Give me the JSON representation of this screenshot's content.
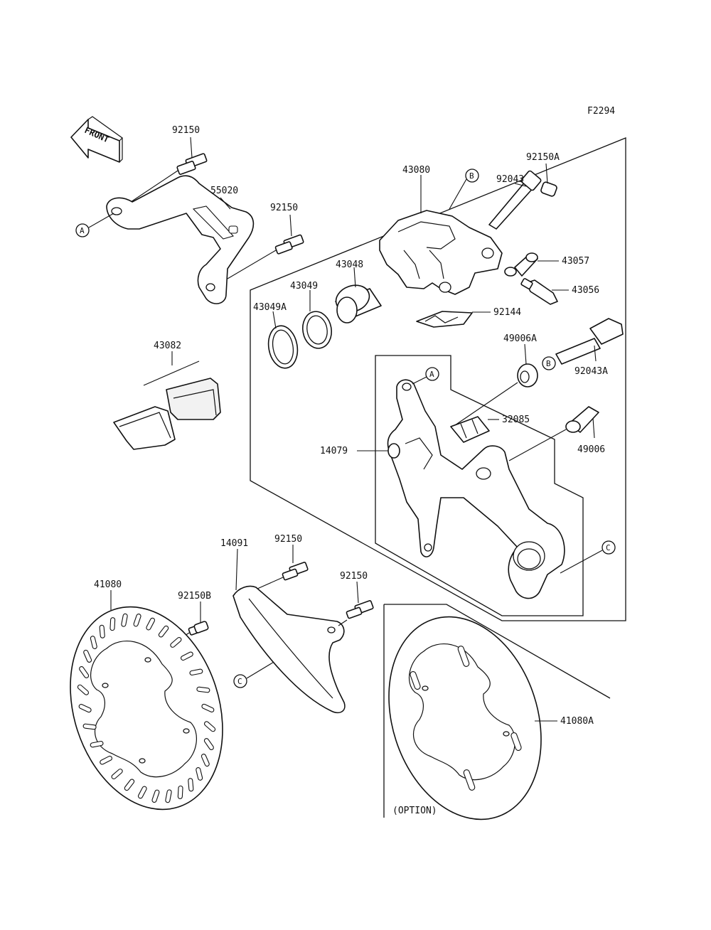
{
  "figure_code": "F2294",
  "front_label": "FRONT",
  "parts": {
    "p92150_top": "92150",
    "p55020": "55020",
    "p92150_mid": "92150",
    "p43080": "43080",
    "p92043": "92043",
    "p92150A": "92150A",
    "p43057": "43057",
    "p43056": "43056",
    "p43048": "43048",
    "p43049": "43049",
    "p43049A": "43049A",
    "p92144": "92144",
    "p43082": "43082",
    "p49006A": "49006A",
    "p92043A": "92043A",
    "p32085": "32085",
    "p14079": "14079",
    "p49006": "49006",
    "p14091": "14091",
    "p92150_low1": "92150",
    "p92150_low2": "92150",
    "p41080": "41080",
    "p92150B": "92150B",
    "p41080A": "41080A"
  },
  "refs": {
    "a": "A",
    "b": "B",
    "c": "C"
  },
  "option_label": "(OPTION)"
}
